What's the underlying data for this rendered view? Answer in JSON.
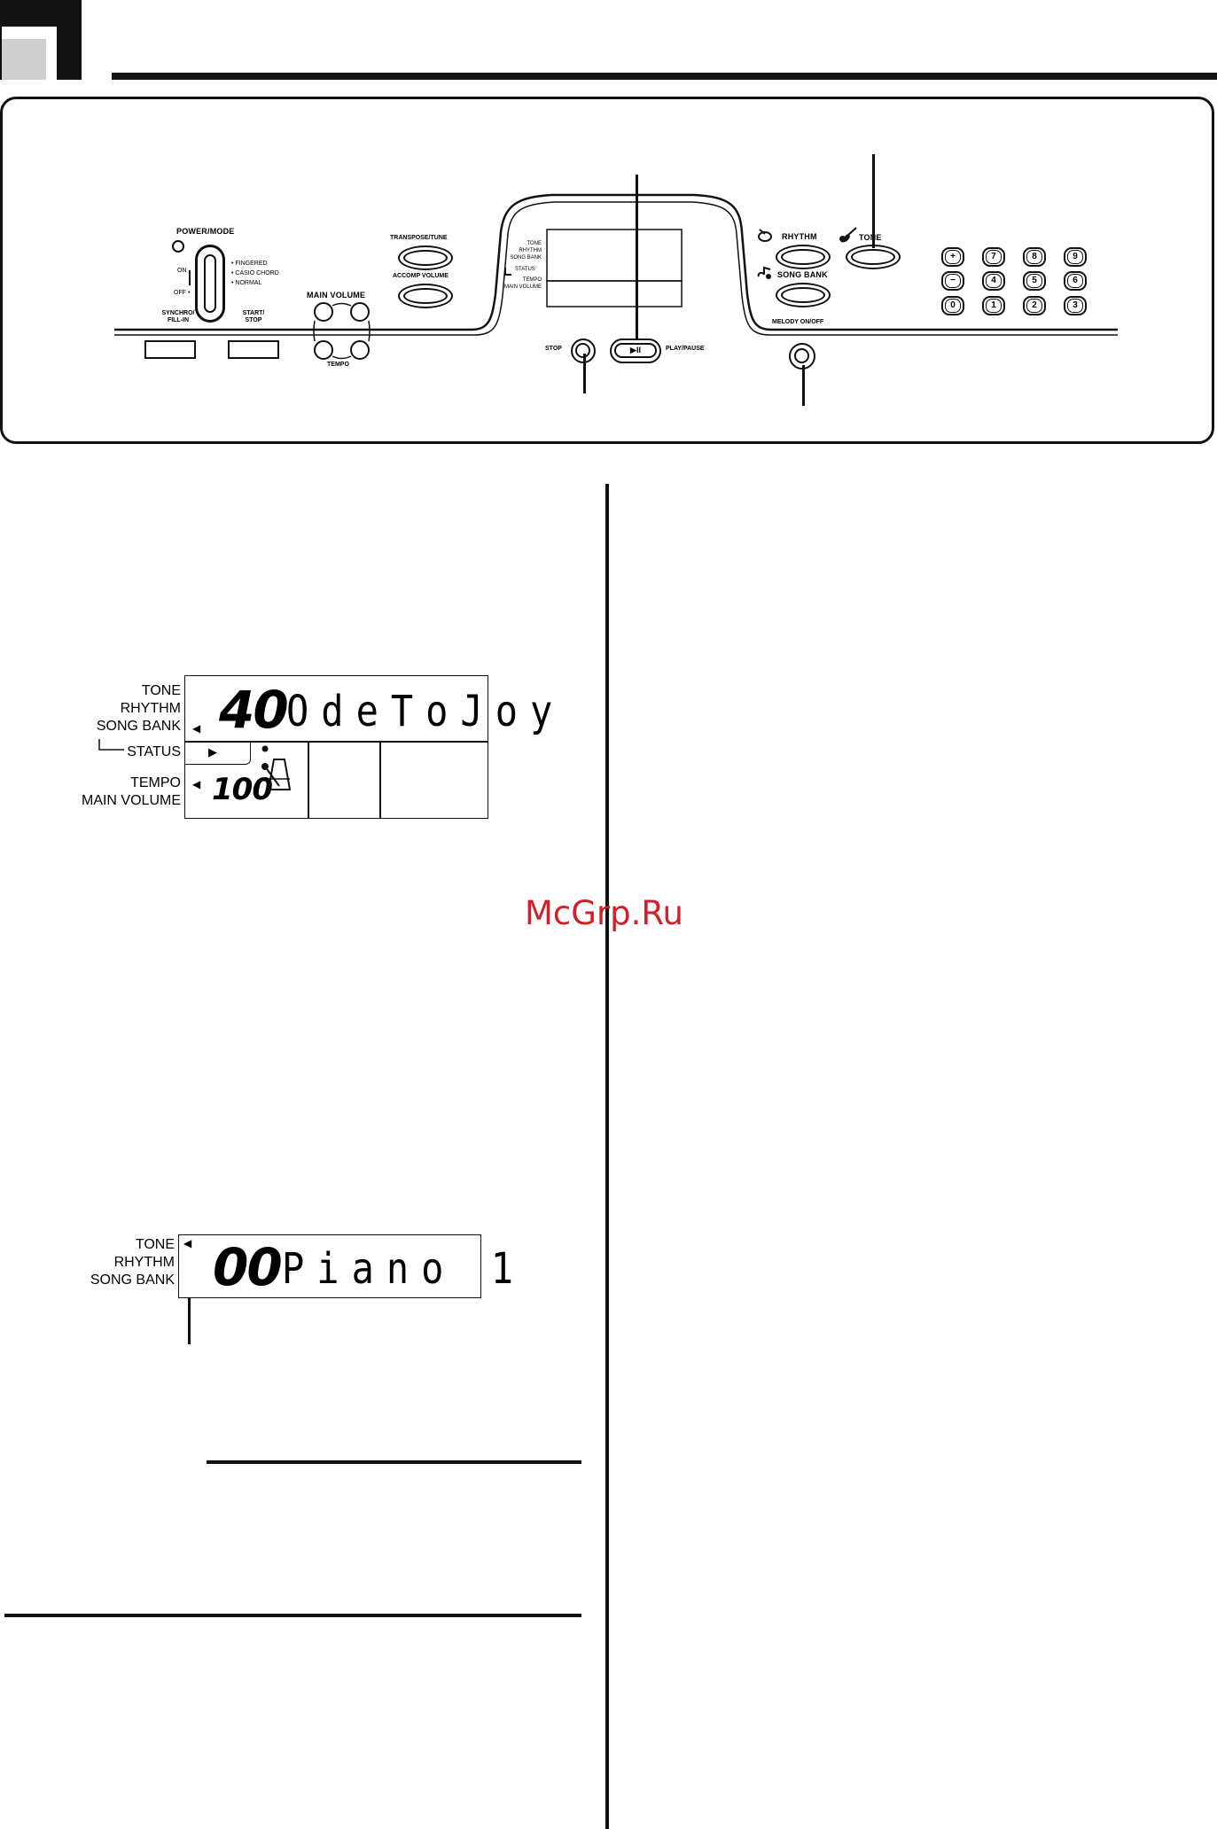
{
  "panel": {
    "power_mode": "POWER/MODE",
    "on": "ON",
    "off": "OFF •",
    "modes": [
      "• FINGERED",
      "• CASIO CHORD",
      "• NORMAL"
    ],
    "synchro": "SYNCHRO/",
    "fill_in": "FILL-IN",
    "start": "START/",
    "stop": "STOP",
    "main_volume": "MAIN VOLUME",
    "tempo": "TEMPO",
    "transpose": "TRANSPOSE/TUNE",
    "accomp": "ACCOMP VOLUME",
    "disp_labels": [
      "TONE",
      "RHYTHM",
      "SONG BANK"
    ],
    "disp_status": "STATUS",
    "disp_tempo": "TEMPO",
    "disp_mainvol": "MAIN VOLUME",
    "stop_btn": "STOP",
    "play_pause": "PLAY/PAUSE",
    "play_symbol": "▶II",
    "rhythm": "RHYTHM",
    "tone": "TONE",
    "song_bank": "SONG BANK",
    "melody": "MELODY ON/OFF",
    "keys": [
      "+",
      "7",
      "8",
      "9",
      "−",
      "4",
      "5",
      "6",
      "0",
      "1",
      "2",
      "3"
    ]
  },
  "display1": {
    "labels": [
      "TONE",
      "RHYTHM",
      "SONG BANK"
    ],
    "status": "STATUS",
    "tempo": "TEMPO",
    "main_volume": "MAIN VOLUME",
    "number": "40",
    "name": "OdeToJoy",
    "tempo_value": "100"
  },
  "display2": {
    "labels": [
      "TONE",
      "RHYTHM",
      "SONG BANK"
    ],
    "number": "00",
    "name": "Piano 1"
  },
  "watermark": "McGrp.Ru"
}
